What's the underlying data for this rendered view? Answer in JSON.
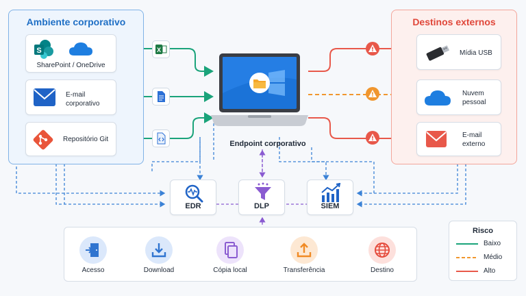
{
  "left_panel": {
    "title": "Ambiente corporativo",
    "items": [
      {
        "label": "SharePoint / OneDrive",
        "icon": "sharepoint-onedrive-icon"
      },
      {
        "label_line1": "E-mail",
        "label_line2": "corporativo",
        "icon": "mail-icon"
      },
      {
        "label": "Repositório Git",
        "icon": "git-icon"
      }
    ]
  },
  "right_panel": {
    "title": "Destinos externos",
    "items": [
      {
        "label": "Mídia USB",
        "icon": "usb-drive-icon"
      },
      {
        "label_line1": "Nuvem",
        "label_line2": "pessoal",
        "icon": "cloud-icon"
      },
      {
        "label_line1": "E-mail",
        "label_line2": "externo",
        "icon": "mail-icon"
      }
    ]
  },
  "endpoint": {
    "label": "Endpoint corporativo"
  },
  "tools": [
    {
      "label": "EDR",
      "icon": "edr-magnifier-icon"
    },
    {
      "label": "DLP",
      "icon": "dlp-funnel-icon"
    },
    {
      "label": "SIEM",
      "icon": "siem-chart-icon"
    }
  ],
  "flow_steps": [
    {
      "label": "Acesso",
      "icon": "door-enter-icon",
      "color": "#2f74d0"
    },
    {
      "label": "Download",
      "icon": "download-icon",
      "color": "#2f74d0"
    },
    {
      "label": "Cópia local",
      "icon": "copy-icon",
      "color": "#8a5bd1"
    },
    {
      "label": "Transferência",
      "icon": "upload-icon",
      "color": "#f08a24"
    },
    {
      "label": "Destino",
      "icon": "globe-icon",
      "color": "#e54b3c"
    }
  ],
  "legend": {
    "title": "Risco",
    "items": [
      {
        "label": "Baixo",
        "color": "#1aa37a",
        "style": "solid"
      },
      {
        "label": "Médio",
        "color": "#f0962e",
        "style": "dashed"
      },
      {
        "label": "Alto",
        "color": "#e8584a",
        "style": "solid"
      }
    ]
  },
  "colors": {
    "low": "#1aa37a",
    "medium": "#f0962e",
    "high": "#e8584a",
    "monitor_blue": "#3b82d6",
    "monitor_purple": "#8a5bd1",
    "corporate_title": "#1f6fc5",
    "external_title": "#e0473a"
  }
}
